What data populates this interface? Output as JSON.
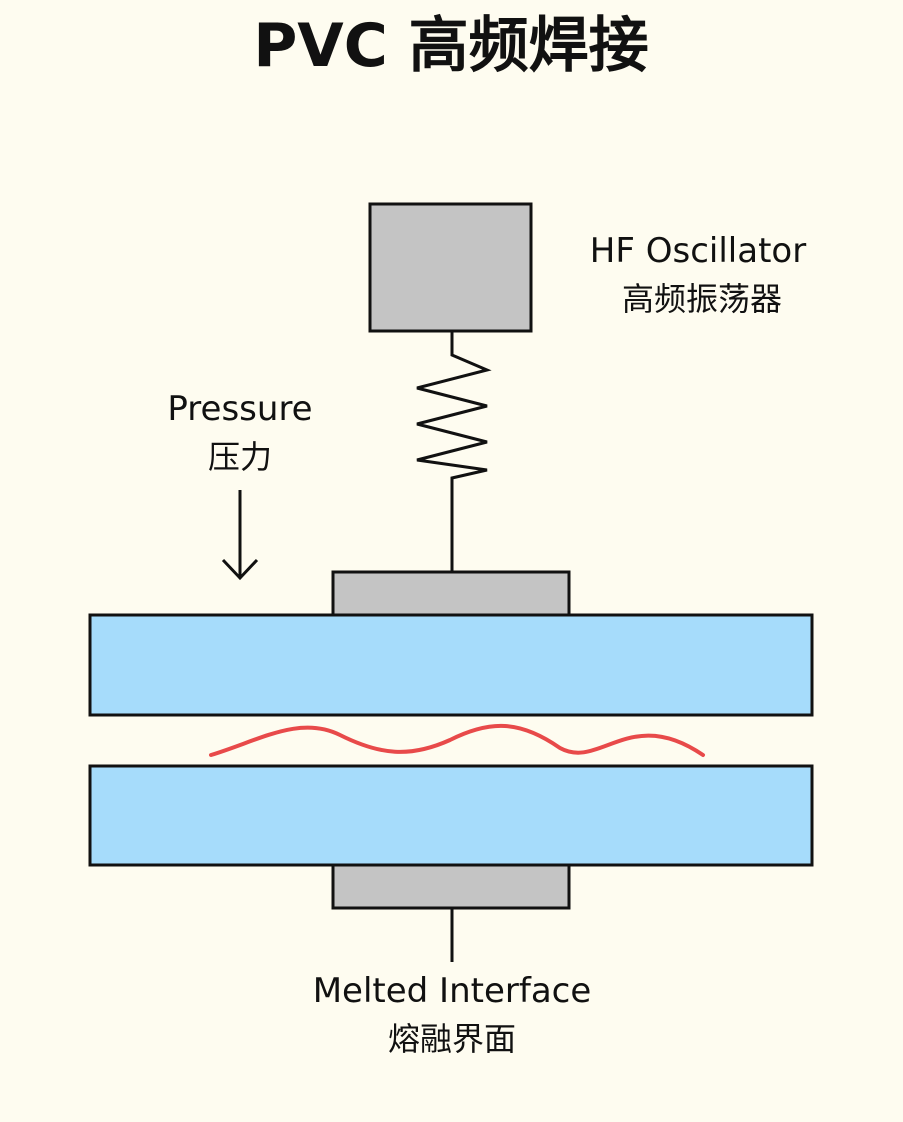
{
  "title": "PVC 高频焊接",
  "labels": {
    "oscillator_en": "HF Oscillator",
    "oscillator_cn": "高频振荡器",
    "pressure_en": "Pressure",
    "pressure_cn": "压力",
    "interface_en": "Melted Interface",
    "interface_cn": "熔融界面"
  },
  "colors": {
    "background": "#fefcf0",
    "electrode": "#c4c4c4",
    "pvc_sheet": "#a6dcfb",
    "melt_line": "#e84a4a",
    "stroke": "#111111"
  }
}
